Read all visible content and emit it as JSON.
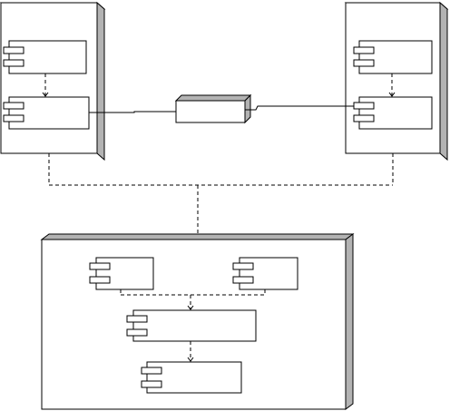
{
  "diagram": {
    "kind": "UML deployment diagram",
    "nodes": [
      {
        "id": "node-top-left",
        "label": "",
        "components": [
          "component-tl-upper",
          "component-tl-lower"
        ]
      },
      {
        "id": "node-top-right",
        "label": "",
        "components": [
          "component-tr-upper",
          "component-tr-lower"
        ]
      },
      {
        "id": "node-bottom",
        "label": "",
        "components": [
          "component-b-left",
          "component-b-right",
          "component-b-middle",
          "component-b-lower"
        ]
      }
    ],
    "devices": [
      {
        "id": "device-center",
        "label": ""
      }
    ],
    "connections": [
      {
        "from": "component-tl-upper",
        "to": "component-tl-lower",
        "style": "dashed-dependency"
      },
      {
        "from": "component-tr-upper",
        "to": "component-tr-lower",
        "style": "dashed-dependency"
      },
      {
        "from": "component-tl-lower",
        "to": "device-center",
        "style": "solid"
      },
      {
        "from": "device-center",
        "to": "component-tr-lower",
        "style": "solid"
      },
      {
        "from": "node-top-left",
        "to": "node-bottom",
        "style": "dashed-dependency"
      },
      {
        "from": "node-top-right",
        "to": "node-bottom",
        "style": "dashed-dependency"
      },
      {
        "from": "component-b-left",
        "to": "component-b-middle",
        "style": "dashed-dependency"
      },
      {
        "from": "component-b-right",
        "to": "component-b-middle",
        "style": "dashed-dependency"
      },
      {
        "from": "component-b-middle",
        "to": "component-b-lower",
        "style": "dashed-dependency"
      }
    ],
    "colors": {
      "node_face": "#ffffff",
      "node_shade": "#b3b3b3",
      "line": "#000000"
    }
  }
}
